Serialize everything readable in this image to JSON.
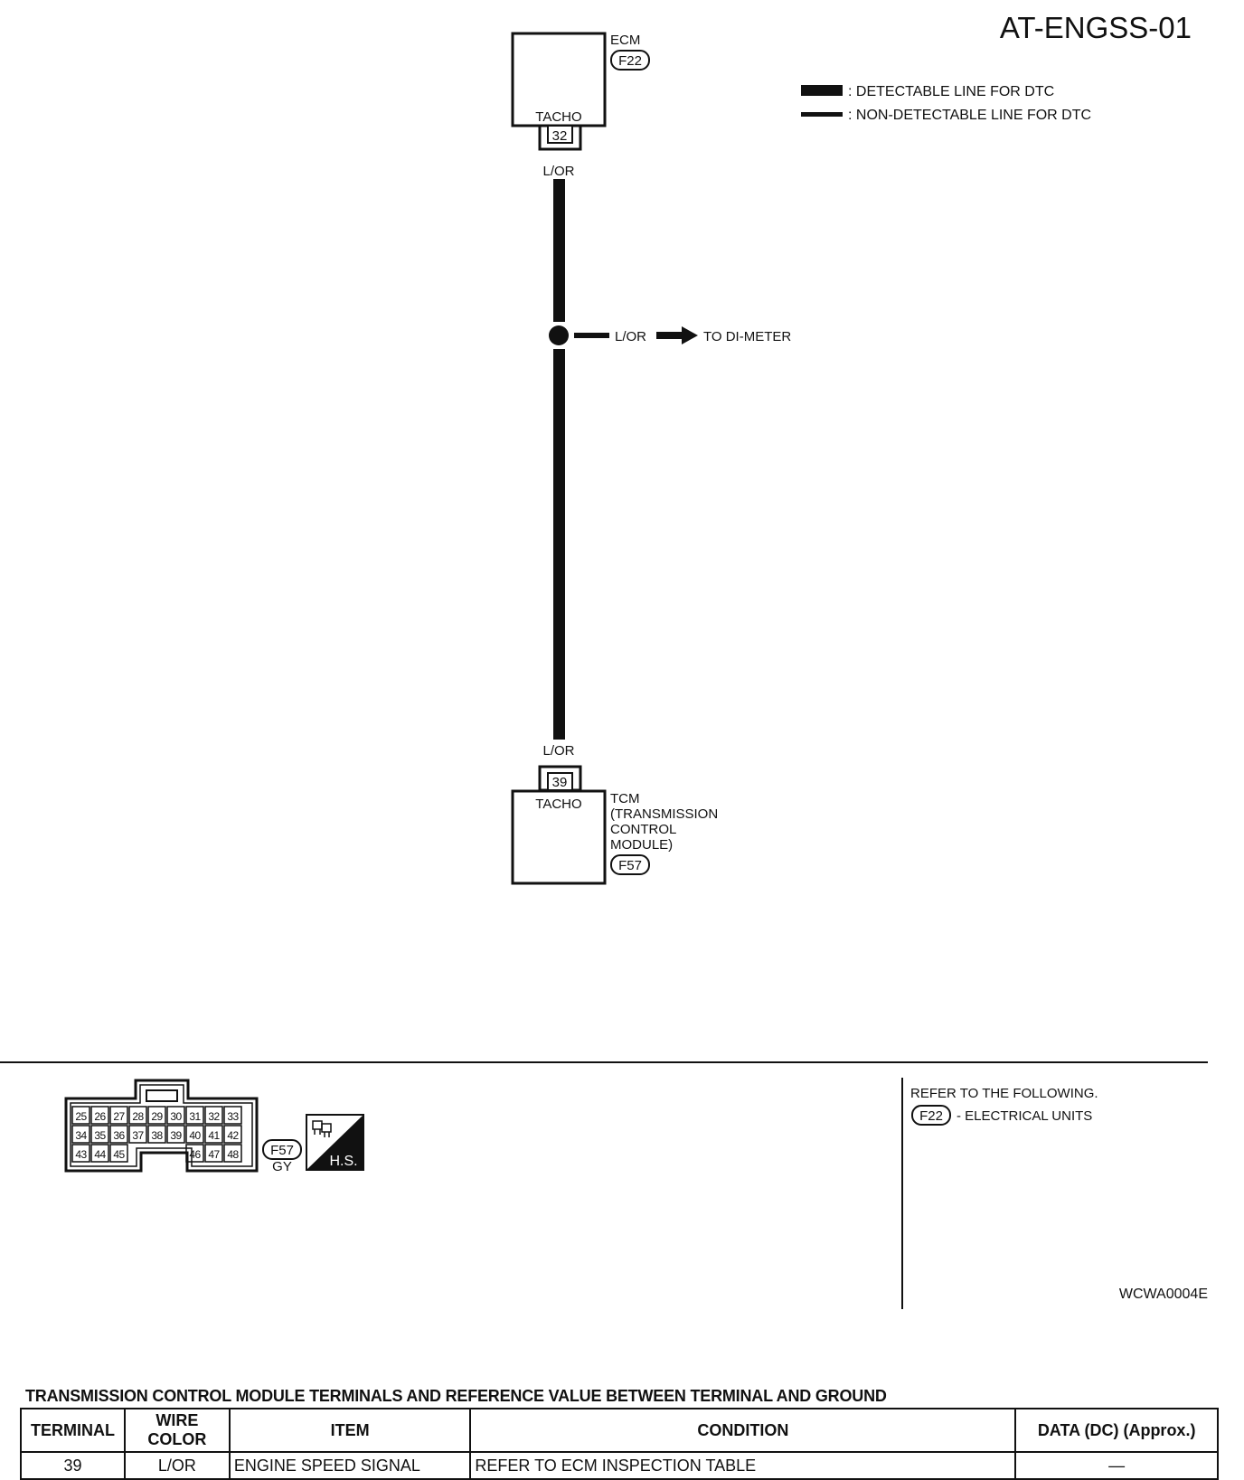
{
  "diagram_id": "AT-ENGSS-01",
  "legend": {
    "detectable": ": DETECTABLE LINE FOR DTC",
    "non_detectable": ": NON-DETECTABLE LINE FOR DTC"
  },
  "ecm": {
    "name": "ECM",
    "connector": "F22",
    "pin_label": "TACHO",
    "pin": "32",
    "wire_color": "L/OR"
  },
  "branch": {
    "wire_color": "L/OR",
    "destination": "TO DI-METER"
  },
  "tcm": {
    "wire_color": "L/OR",
    "pin": "39",
    "pin_label": "TACHO",
    "name_lines": [
      "TCM",
      "(TRANSMISSION",
      "CONTROL",
      "MODULE)"
    ],
    "connector": "F57"
  },
  "connector_view": {
    "row1": [
      "25",
      "26",
      "27",
      "28",
      "29",
      "30",
      "31",
      "32",
      "33"
    ],
    "row2": [
      "34",
      "35",
      "36",
      "37",
      "38",
      "39",
      "40",
      "41",
      "42"
    ],
    "row3_left": [
      "43",
      "44",
      "45"
    ],
    "row3_right": [
      "46",
      "47",
      "48"
    ],
    "id": "F57",
    "color": "GY",
    "hs_label": "H.S."
  },
  "refer": {
    "heading": "REFER TO THE FOLLOWING.",
    "connector": "F22",
    "text": "- ELECTRICAL UNITS"
  },
  "figure_code": "WCWA0004E",
  "table": {
    "title": "TRANSMISSION CONTROL MODULE TERMINALS AND REFERENCE VALUE BETWEEN TERMINAL AND GROUND",
    "headers": [
      "TERMINAL",
      "WIRE COLOR",
      "ITEM",
      "CONDITION",
      "DATA (DC) (Approx.)"
    ],
    "rows": [
      [
        "39",
        "L/OR",
        "ENGINE SPEED SIGNAL",
        "REFER TO ECM INSPECTION TABLE",
        "—"
      ]
    ]
  }
}
